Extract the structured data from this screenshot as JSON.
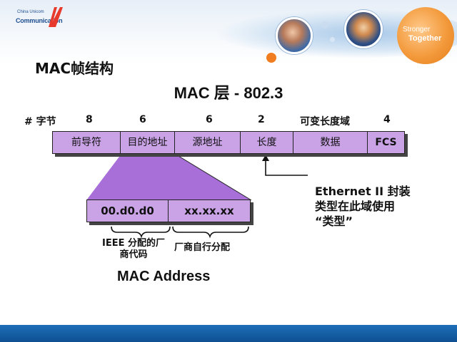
{
  "header": {
    "logo_small": "China Unicom",
    "logo_main": "Communication",
    "stronger_line1": "Stronger",
    "stronger_line2": "Together",
    "colors": {
      "accent_orange": "#f07d1f",
      "brand_blue": "#1f4e8f"
    }
  },
  "slide": {
    "heading": "MAC帧结构",
    "title": "MAC 层 - 802.3"
  },
  "bytes_row": {
    "label": "# 字节",
    "values": [
      "8",
      "6",
      "6",
      "2",
      "可变长度域",
      "4"
    ]
  },
  "frame_fields": [
    "前导符",
    "目的地址",
    "源地址",
    "长度",
    "数据",
    "FCS"
  ],
  "mac_address_box": {
    "oui": "00.d0.d0",
    "vendor_part": "xx.xx.xx"
  },
  "notes": {
    "ieee_line1": "IEEE 分配的厂",
    "ieee_line2": "商代码",
    "vendor": "厂商自行分配",
    "mac_address_label": "MAC Address",
    "ethernet_line1": "Ethernet II 封装",
    "ethernet_line2": "类型在此域使用",
    "ethernet_line3": "“类型”"
  },
  "colors": {
    "field_fill": "#c9a3e6",
    "footer_blue": "#1d6fb8"
  }
}
